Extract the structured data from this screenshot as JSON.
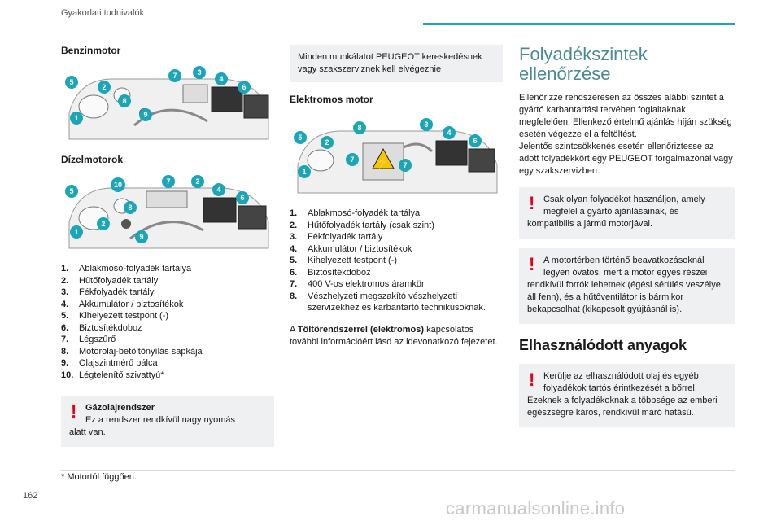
{
  "header": {
    "section": "Gyakorlati tudnivalók"
  },
  "col1": {
    "petrol_title": "Benzinmotor",
    "diesel_title": "Dízelmotorok",
    "legend": [
      {
        "n": "1.",
        "t": "Ablakmosó-folyadék tartálya"
      },
      {
        "n": "2.",
        "t": "Hűtőfolyadék tartály"
      },
      {
        "n": "3.",
        "t": "Fékfolyadék tartály"
      },
      {
        "n": "4.",
        "t": "Akkumulátor / biztosítékok"
      },
      {
        "n": "5.",
        "t": "Kihelyezett testpont (-)"
      },
      {
        "n": "6.",
        "t": "Biztosítékdoboz"
      },
      {
        "n": "7.",
        "t": "Légszűrő"
      },
      {
        "n": "8.",
        "t": "Motorolaj-betöltőnyílás sapkája"
      },
      {
        "n": "9.",
        "t": "Olajszintmérő pálca"
      },
      {
        "n": "10.",
        "t": "Légtelenítő szivattyú*"
      }
    ],
    "warn_title": "Gázolajrendszer",
    "warn_line1": "Ez a rendszer rendkívül nagy nyomás",
    "warn_line2": "alatt van."
  },
  "col2": {
    "note": "Minden munkálatot PEUGEOT kereskedésnek vagy szakszerviznek kell elvégeznie",
    "electric_title": "Elektromos motor",
    "legend": [
      {
        "n": "1.",
        "t": "Ablakmosó-folyadék tartálya"
      },
      {
        "n": "2.",
        "t": "Hűtőfolyadék tartály (csak szint)"
      },
      {
        "n": "3.",
        "t": "Fékfolyadék tartály"
      },
      {
        "n": "4.",
        "t": "Akkumulátor / biztosítékok"
      },
      {
        "n": "5.",
        "t": "Kihelyezett testpont (-)"
      },
      {
        "n": "6.",
        "t": "Biztosítékdoboz"
      },
      {
        "n": "7.",
        "t": "400 V-os elektromos áramkör"
      },
      {
        "n": "8.",
        "t": "Vészhelyzeti megszakító vészhelyzeti szervizekhez és karbantartó technikusoknak."
      }
    ],
    "para_pre": "A ",
    "para_bold": "Töltőrendszerrel (elektromos)",
    "para_post": " kapcsolatos további információért lásd az idevonatkozó fejezetet."
  },
  "col3": {
    "title": "Folyadékszintek ellenőrzése",
    "intro": "Ellenőrizze rendszeresen az összes alábbi szintet a gyártó karbantartási tervében foglaltaknak megfelelően. Ellenkező értelmű ajánlás híján szükség esetén végezze el a feltöltést.",
    "intro2": "Jelentős szintcsökkenés esetén ellenőriztesse az adott folyadékkört egy PEUGEOT forgalmazónál vagy egy szakszervizben.",
    "warn1_first": "Csak olyan folyadékot használjon, amely megfelel a gyártó ajánlásainak, és",
    "warn1_rest": "kompatibilis a jármű motorjával.",
    "warn2_first": "A motortérben történő beavatkozásoknál legyen óvatos, mert a motor egyes részei",
    "warn2_rest": "rendkívül forrók lehetnek (égési sérülés veszélye áll fenn), és a hűtőventilátor is bármikor bekapcsolhat (kikapcsolt gyújtásnál is).",
    "title2": "Elhasználódott anyagok",
    "warn3_first": "Kerülje az elhasználódott olaj és egyéb folyadékok tartós érintkezését a bőrrel.",
    "warn3_rest": "Ezeknek a folyadékoknak a többsége az emberi egészségre káros, rendkívül maró hatású."
  },
  "footnote": "* Motortól függően.",
  "page_number": "162",
  "watermark": "carmanualsonline.info",
  "colors": {
    "accent": "#1aa6b7",
    "badge": "#1aa6b7",
    "warn": "#e2001a",
    "title": "#4a8a96"
  }
}
